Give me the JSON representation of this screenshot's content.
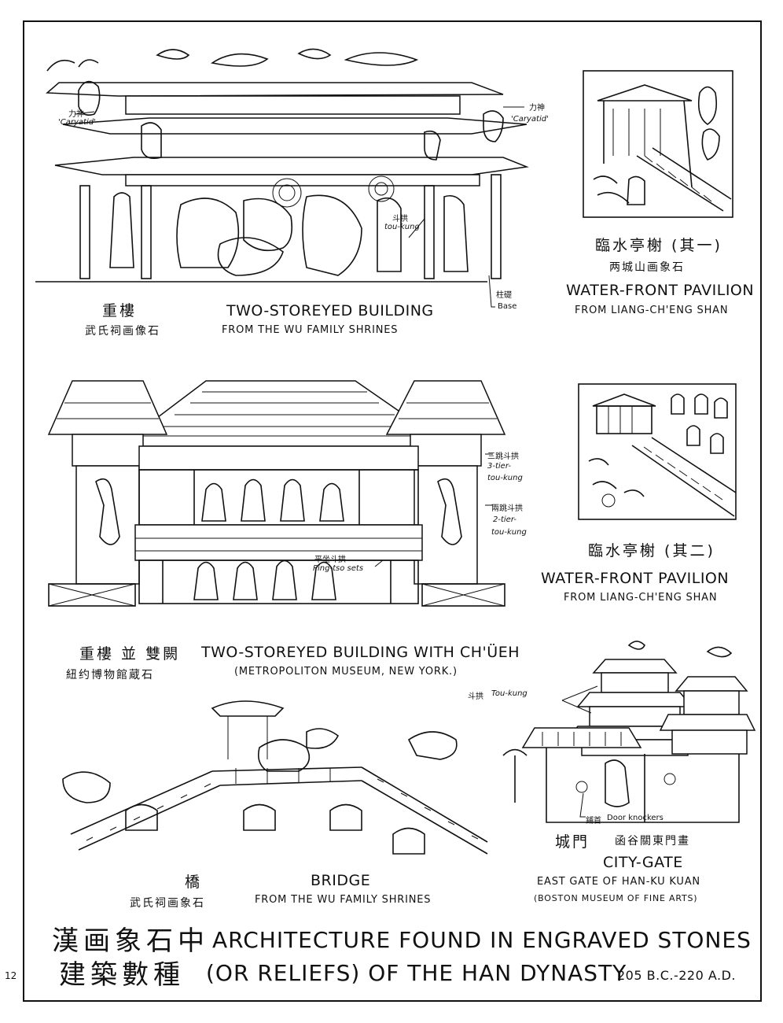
{
  "page_number": "12",
  "panel1": {
    "cn_title": "重樓",
    "cn_source": "武氏祠画像石",
    "title": "TWO-STOREYED BUILDING",
    "subtitle": "FROM THE WU FAMILY SHRINES",
    "label_caryatid_left_cn": "力神",
    "label_caryatid_left": "'Caryatid'",
    "label_caryatid_right_cn": "力神",
    "label_caryatid_right": "'Caryatid'",
    "label_toukung_cn": "斗拱",
    "label_toukung": "tou-kung",
    "label_base_cn": "柱礎",
    "label_base": "Base"
  },
  "panel2": {
    "cn_title": "臨水亭榭 (其一)",
    "cn_source": "两城山画象石",
    "title": "WATER-FRONT PAVILION",
    "subtitle": "FROM LIANG-CH'ENG SHAN"
  },
  "panel3": {
    "cn_title": "重樓 並 雙闕",
    "cn_source": "紐约博物館蔵石",
    "title": "TWO-STOREYED BUILDING WITH CH'ÜEH",
    "subtitle": "(METROPOLITON MUSEUM, NEW YORK.)",
    "label_3tier_cn": "三跳斗拱",
    "label_3tier_a": "3-tier-",
    "label_3tier_b": "tou-kung",
    "label_2tier_cn": "兩跳斗拱",
    "label_2tier_a": "2-tier-",
    "label_2tier_b": "tou-kung",
    "label_pingtso_cn": "平坐斗拱",
    "label_pingtso": "Ping-tso sets"
  },
  "panel4": {
    "cn_title": "臨水亭榭 (其二)",
    "title": "WATER-FRONT PAVILION",
    "subtitle": "FROM LIANG-CH'ENG SHAN"
  },
  "panel5": {
    "cn_title": "橋",
    "cn_source": "武氏祠画象石",
    "title": "BRIDGE",
    "subtitle": "FROM THE WU FAMILY SHRINES"
  },
  "panel6": {
    "cn_title": "城門",
    "cn_source": "函谷關東門畫",
    "title": "CITY-GATE",
    "subtitle": "EAST GATE OF HAN-KU KUAN",
    "source_museum": "(BOSTON MUSEUM OF FINE ARTS)",
    "label_toukung_cn": "斗拱",
    "label_toukung": "Tou-kung",
    "label_knockers_cn": "鋪首",
    "label_knockers": "Door knockers"
  },
  "footer": {
    "cn_line1": "漢画象石中",
    "cn_line2": "建築數種",
    "title_line1": "ARCHITECTURE FOUND IN ENGRAVED STONES",
    "title_line2": "(OR RELIEFS) OF THE HAN DYNASTY",
    "dates": "205 B.C.-220 A.D."
  }
}
